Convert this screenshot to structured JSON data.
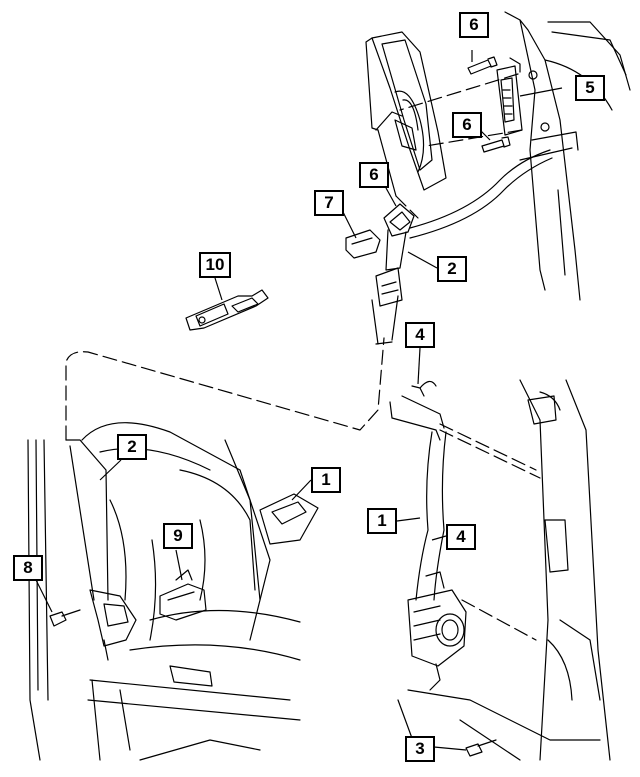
{
  "callouts": {
    "c1_upper": "1",
    "c1_lower": "1",
    "c2_upper": "2",
    "c2_left": "2",
    "c3": "3",
    "c4_top": "4",
    "c4_mid": "4",
    "c5": "5",
    "c6_top": "6",
    "c6_mid": "6",
    "c6_lower": "6",
    "c7": "7",
    "c8": "8",
    "c9": "9",
    "c10": "10"
  }
}
